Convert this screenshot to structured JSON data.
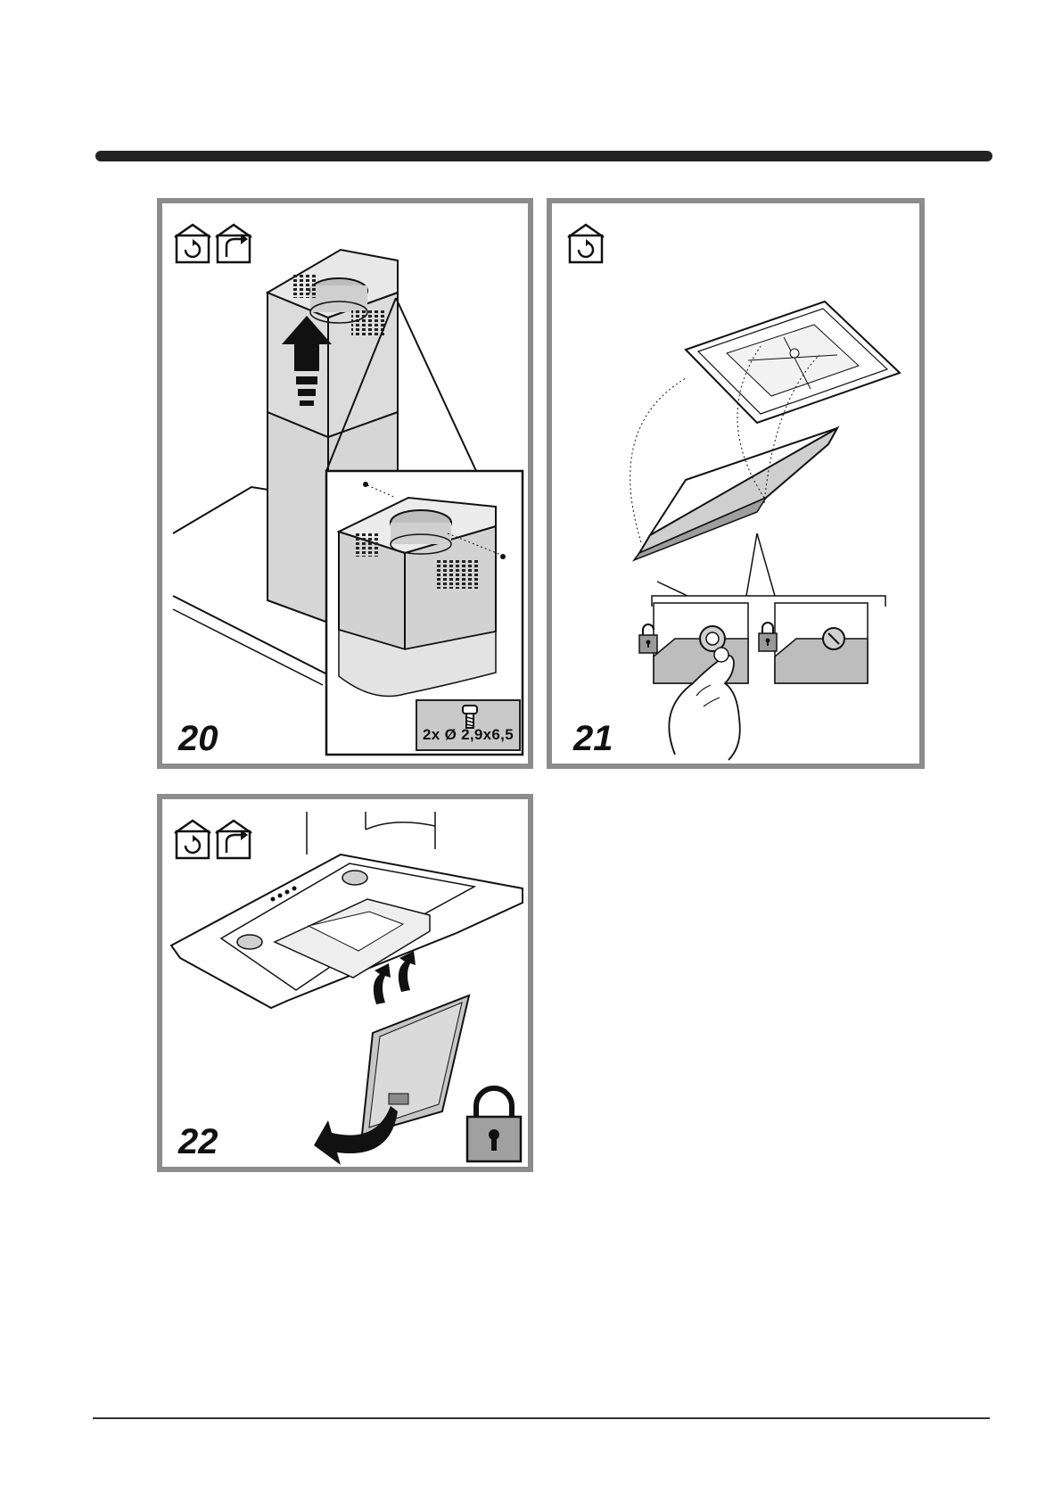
{
  "figures": [
    {
      "number": "20",
      "icons": [
        "recirculation-mode-icon",
        "extraction-mode-icon"
      ],
      "callout": "2x Ø 2,9x6,5",
      "callout_icon": "screw-icon"
    },
    {
      "number": "21",
      "icons": [
        "recirculation-mode-icon"
      ],
      "lock_icons": [
        "unlocked-padlock-icon",
        "locked-padlock-icon"
      ]
    },
    {
      "number": "22",
      "icons": [
        "recirculation-mode-icon",
        "extraction-mode-icon"
      ],
      "lock_icon": "locked-padlock-icon"
    }
  ],
  "colors": {
    "frame": "#8c8c8c",
    "fill": "#c9c9c9",
    "rule": "#222222"
  }
}
